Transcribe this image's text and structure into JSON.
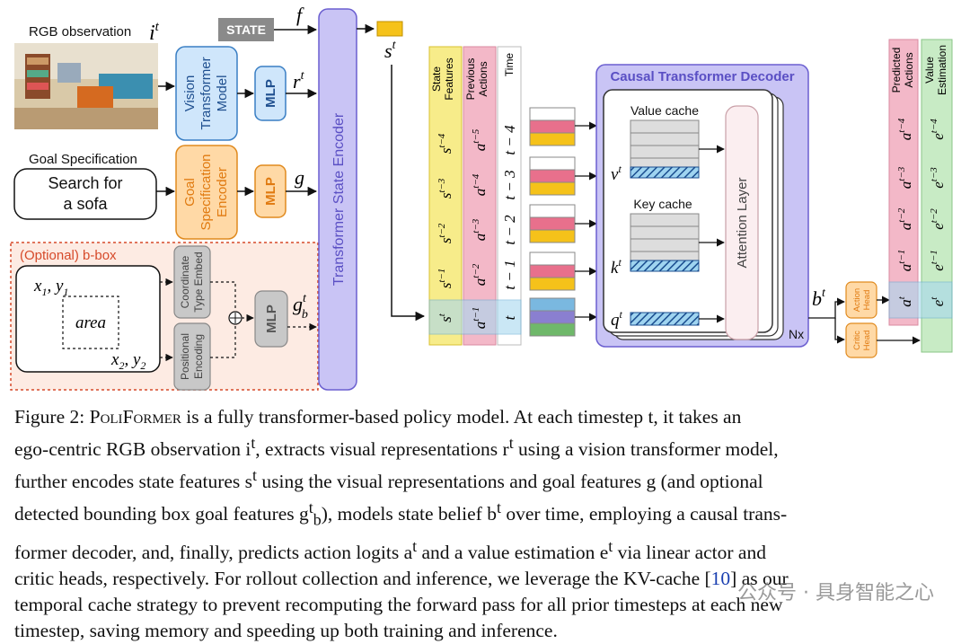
{
  "labels": {
    "rgb_observation": "RGB observation",
    "state": "STATE",
    "vision_transformer": [
      "Vision",
      "Transformer",
      "Model"
    ],
    "mlp": "MLP",
    "goal_specification": "Goal Specification",
    "search_text": [
      "Search for",
      "a sofa"
    ],
    "goal_encoder": [
      "Goal",
      "Specification",
      "Encoder"
    ],
    "optional_bbox": "(Optional) b-box",
    "area": "area",
    "coordinate_type_embed": [
      "Coordinate",
      "Type Embed"
    ],
    "positional_encoding": [
      "Positional",
      "Encoding"
    ],
    "transformer_state_encoder": "Transformer State Encoder",
    "col_state_features": [
      "State",
      "Features"
    ],
    "col_previous_actions": [
      "Previous",
      "Actions"
    ],
    "col_time": "Time",
    "causal_decoder": "Causal Transformer Decoder",
    "value_cache": "Value cache",
    "key_cache": "Key cache",
    "attention_layer": "Attention Layer",
    "nx": "Nx",
    "action_head": [
      "Action",
      "Head"
    ],
    "critic_head": [
      "Critic",
      "Head"
    ],
    "col_predicted_actions": [
      "Predicted",
      "Actions"
    ],
    "col_value_estimation": [
      "Value",
      "Estimation"
    ]
  },
  "caption": {
    "lines": [
      [
        "Figure 2: ",
        "PoliFormer",
        " is a fully transformer-based policy model. At each timestep t, it takes an"
      ],
      [
        "ego-centric RGB observation i",
        "t",
        ", extracts visual representations r",
        "t",
        " using a vision transformer model,"
      ],
      [
        "further encodes state features s",
        "t",
        " using the visual representations and goal features g (and optional"
      ],
      [
        "detected bounding box goal features g",
        "t",
        "b",
        "), models state belief b",
        "t",
        " over time, employing a causal trans-"
      ],
      [
        "former decoder, and, finally, predicts action logits a",
        "t",
        " and a value estimation e",
        "t",
        " via linear actor and"
      ],
      [
        "critic heads, respectively. For rollout collection and inference, we leverage the KV-cache [",
        "10",
        "] as our"
      ],
      [
        "temporal cache strategy to prevent recomputing the forward pass for all prior timesteps at each new"
      ],
      [
        "timestep, saving memory and speeding up both training and inference."
      ]
    ]
  },
  "watermark": "公众号 · 具身智能之心",
  "colors": {
    "purple": "#c9c4f5",
    "blue": "#cfe6fb",
    "orange": "#ffd9a6",
    "yellow": "#f7ec8a",
    "pink": "#f3b8c8",
    "green": "#c8ebc5",
    "gold": "#f5c21a"
  }
}
